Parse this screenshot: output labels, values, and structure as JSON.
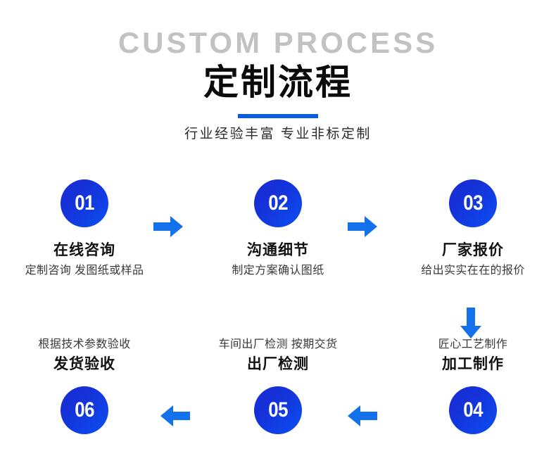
{
  "header": {
    "eyebrow": "CUSTOM PROCESS",
    "title": "定制流程",
    "subtitle": "行业经验丰富  专业非标定制",
    "accent_color": "#0b5ed7",
    "eyebrow_color": "#c2c2c2",
    "title_color": "#0a0a0a"
  },
  "theme": {
    "arrow_color": "#1271eb",
    "circle_gradient_from": "#1a2bd4",
    "circle_gradient_to": "#0b4ff2",
    "background": "#ffffff"
  },
  "steps": [
    {
      "number": "01",
      "title": "在线咨询",
      "desc": "定制咨询 发图纸或样品"
    },
    {
      "number": "02",
      "title": "沟通细节",
      "desc": "制定方案确认图纸"
    },
    {
      "number": "03",
      "title": "厂家报价",
      "desc": "给出实实在在的报价"
    },
    {
      "number": "04",
      "title": "加工制作",
      "desc": "匠心工艺制作"
    },
    {
      "number": "05",
      "title": "出厂检测",
      "desc": "车间出厂检测 按期交货"
    },
    {
      "number": "06",
      "title": "发货验收",
      "desc": "根据技术参数验收"
    }
  ],
  "arrows": [
    {
      "name": "arrow-right-step1-to-step2",
      "direction": "right"
    },
    {
      "name": "arrow-right-step2-to-step3",
      "direction": "right"
    },
    {
      "name": "arrow-down-step3-to-step4",
      "direction": "down"
    },
    {
      "name": "arrow-left-step4-to-step5",
      "direction": "left"
    },
    {
      "name": "arrow-left-step5-to-step6",
      "direction": "left"
    }
  ]
}
